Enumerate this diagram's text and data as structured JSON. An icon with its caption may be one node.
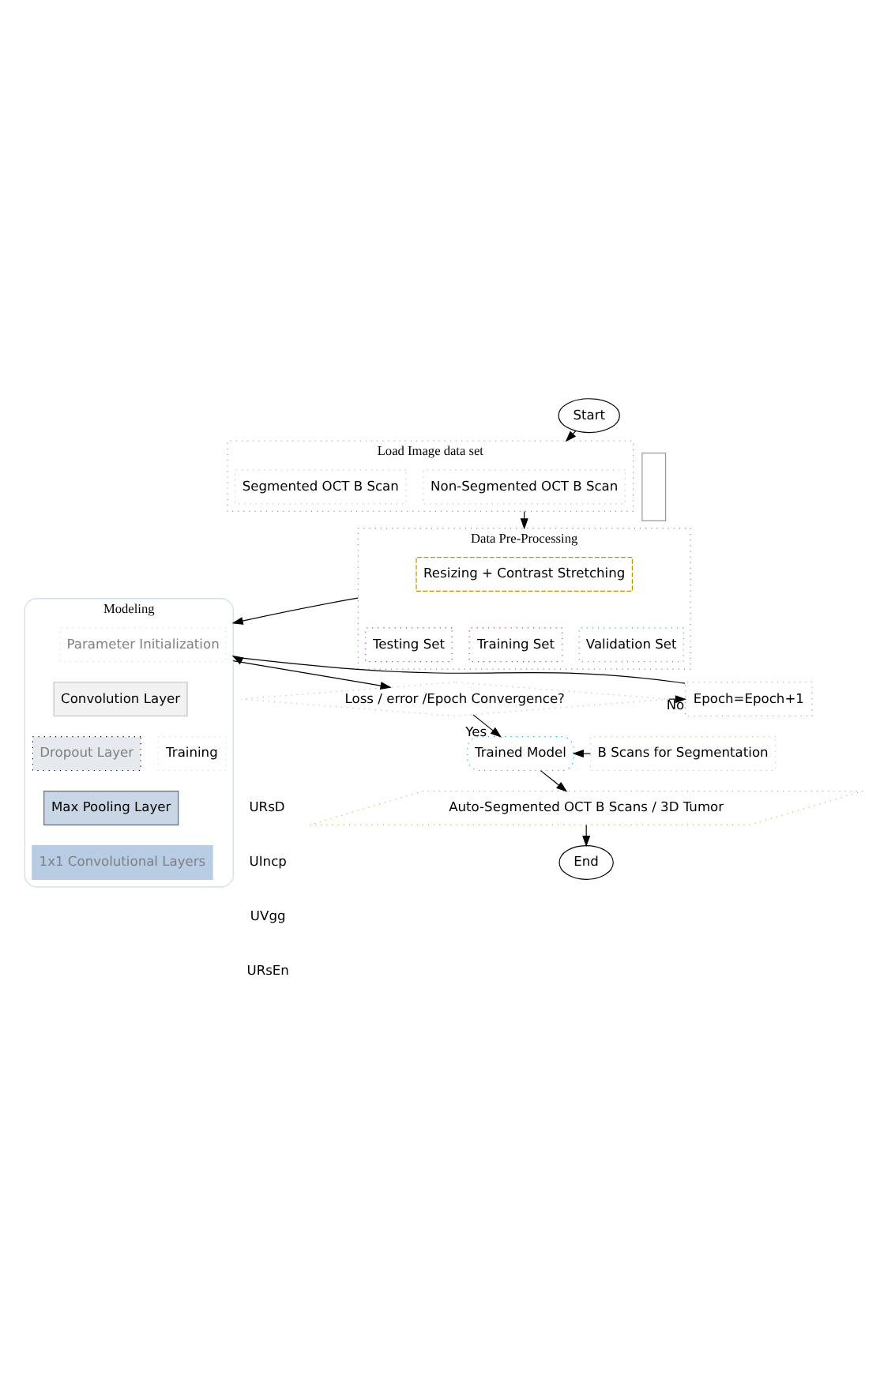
{
  "diagram": {
    "nodes": [
      {
        "text": [
          "Start"
        ]
      },
      {
        "text": [
          "Load Image data set"
        ]
      },
      {
        "text": [
          "Non-Segmented OCT B Scan"
        ],
        "in": 1
      },
      {
        "text": [
          "Segmented OCT B Scan"
        ],
        "in": 1
      },
      {
        "text": [],
        "shape": "box"
      },
      {
        "text": [
          "Data Pre-Processing"
        ]
      },
      {
        "text": [
          "Resizing + Contrast Stretching"
        ],
        "in": 5
      },
      {
        "text": [
          "Training Set"
        ],
        "in": 5
      },
      {
        "text": [
          "Validation Set"
        ],
        "in": 5
      },
      {
        "text": [
          "Testing Set"
        ],
        "in": 5
      },
      {
        "text": [
          "Modeling"
        ]
      },
      {
        "text": [
          "Parameter Initialization"
        ],
        "in": 10
      },
      {
        "text": [
          "Convolution Layer"
        ],
        "in": 10
      },
      {
        "text": [
          "Dropout Layer"
        ],
        "in": 10
      },
      {
        "text": [
          "Max Pooling Layer"
        ],
        "in": 10
      },
      {
        "text": [
          "1x1 Convolutional Layers"
        ],
        "in": 10
      },
      {
        "text": [
          "Training"
        ],
        "in": 10
      },
      {
        "text": [
          "Epoch=Epoch+1"
        ]
      },
      {
        "text": [
          "Loss / error /Epoch Convergence?"
        ]
      },
      {
        "text": [
          "Trained Model"
        ]
      },
      {
        "text": [
          "B Scans for Segmentation"
        ]
      },
      {
        "text": [
          "Auto-Segmented OCT B Scans / 3D Tumor"
        ]
      },
      {
        "text": [
          "End"
        ]
      }
    ],
    "edges": [
      {
        "from": 0,
        "to": 1,
        "arrow": "to"
      },
      {
        "from": 1,
        "to": 5,
        "arrow": "to"
      },
      {
        "from": 5,
        "to": 10,
        "arrow": "to"
      },
      {
        "from": 10,
        "to": 18,
        "arrow": "to"
      },
      {
        "from": 18,
        "to": 17,
        "arrow": "to",
        "label": "No"
      },
      {
        "from": 17,
        "to": 10,
        "arrow": "to"
      },
      {
        "from": 18,
        "to": 19,
        "arrow": "to",
        "label": "Yes"
      },
      {
        "from": 20,
        "to": 19,
        "arrow": "to"
      },
      {
        "from": 19,
        "to": 21,
        "arrow": "to"
      },
      {
        "from": 21,
        "to": 22,
        "arrow": "to"
      }
    ],
    "labels": [
      "URsD",
      "UIncp",
      "UVgg",
      "URsEn"
    ]
  }
}
